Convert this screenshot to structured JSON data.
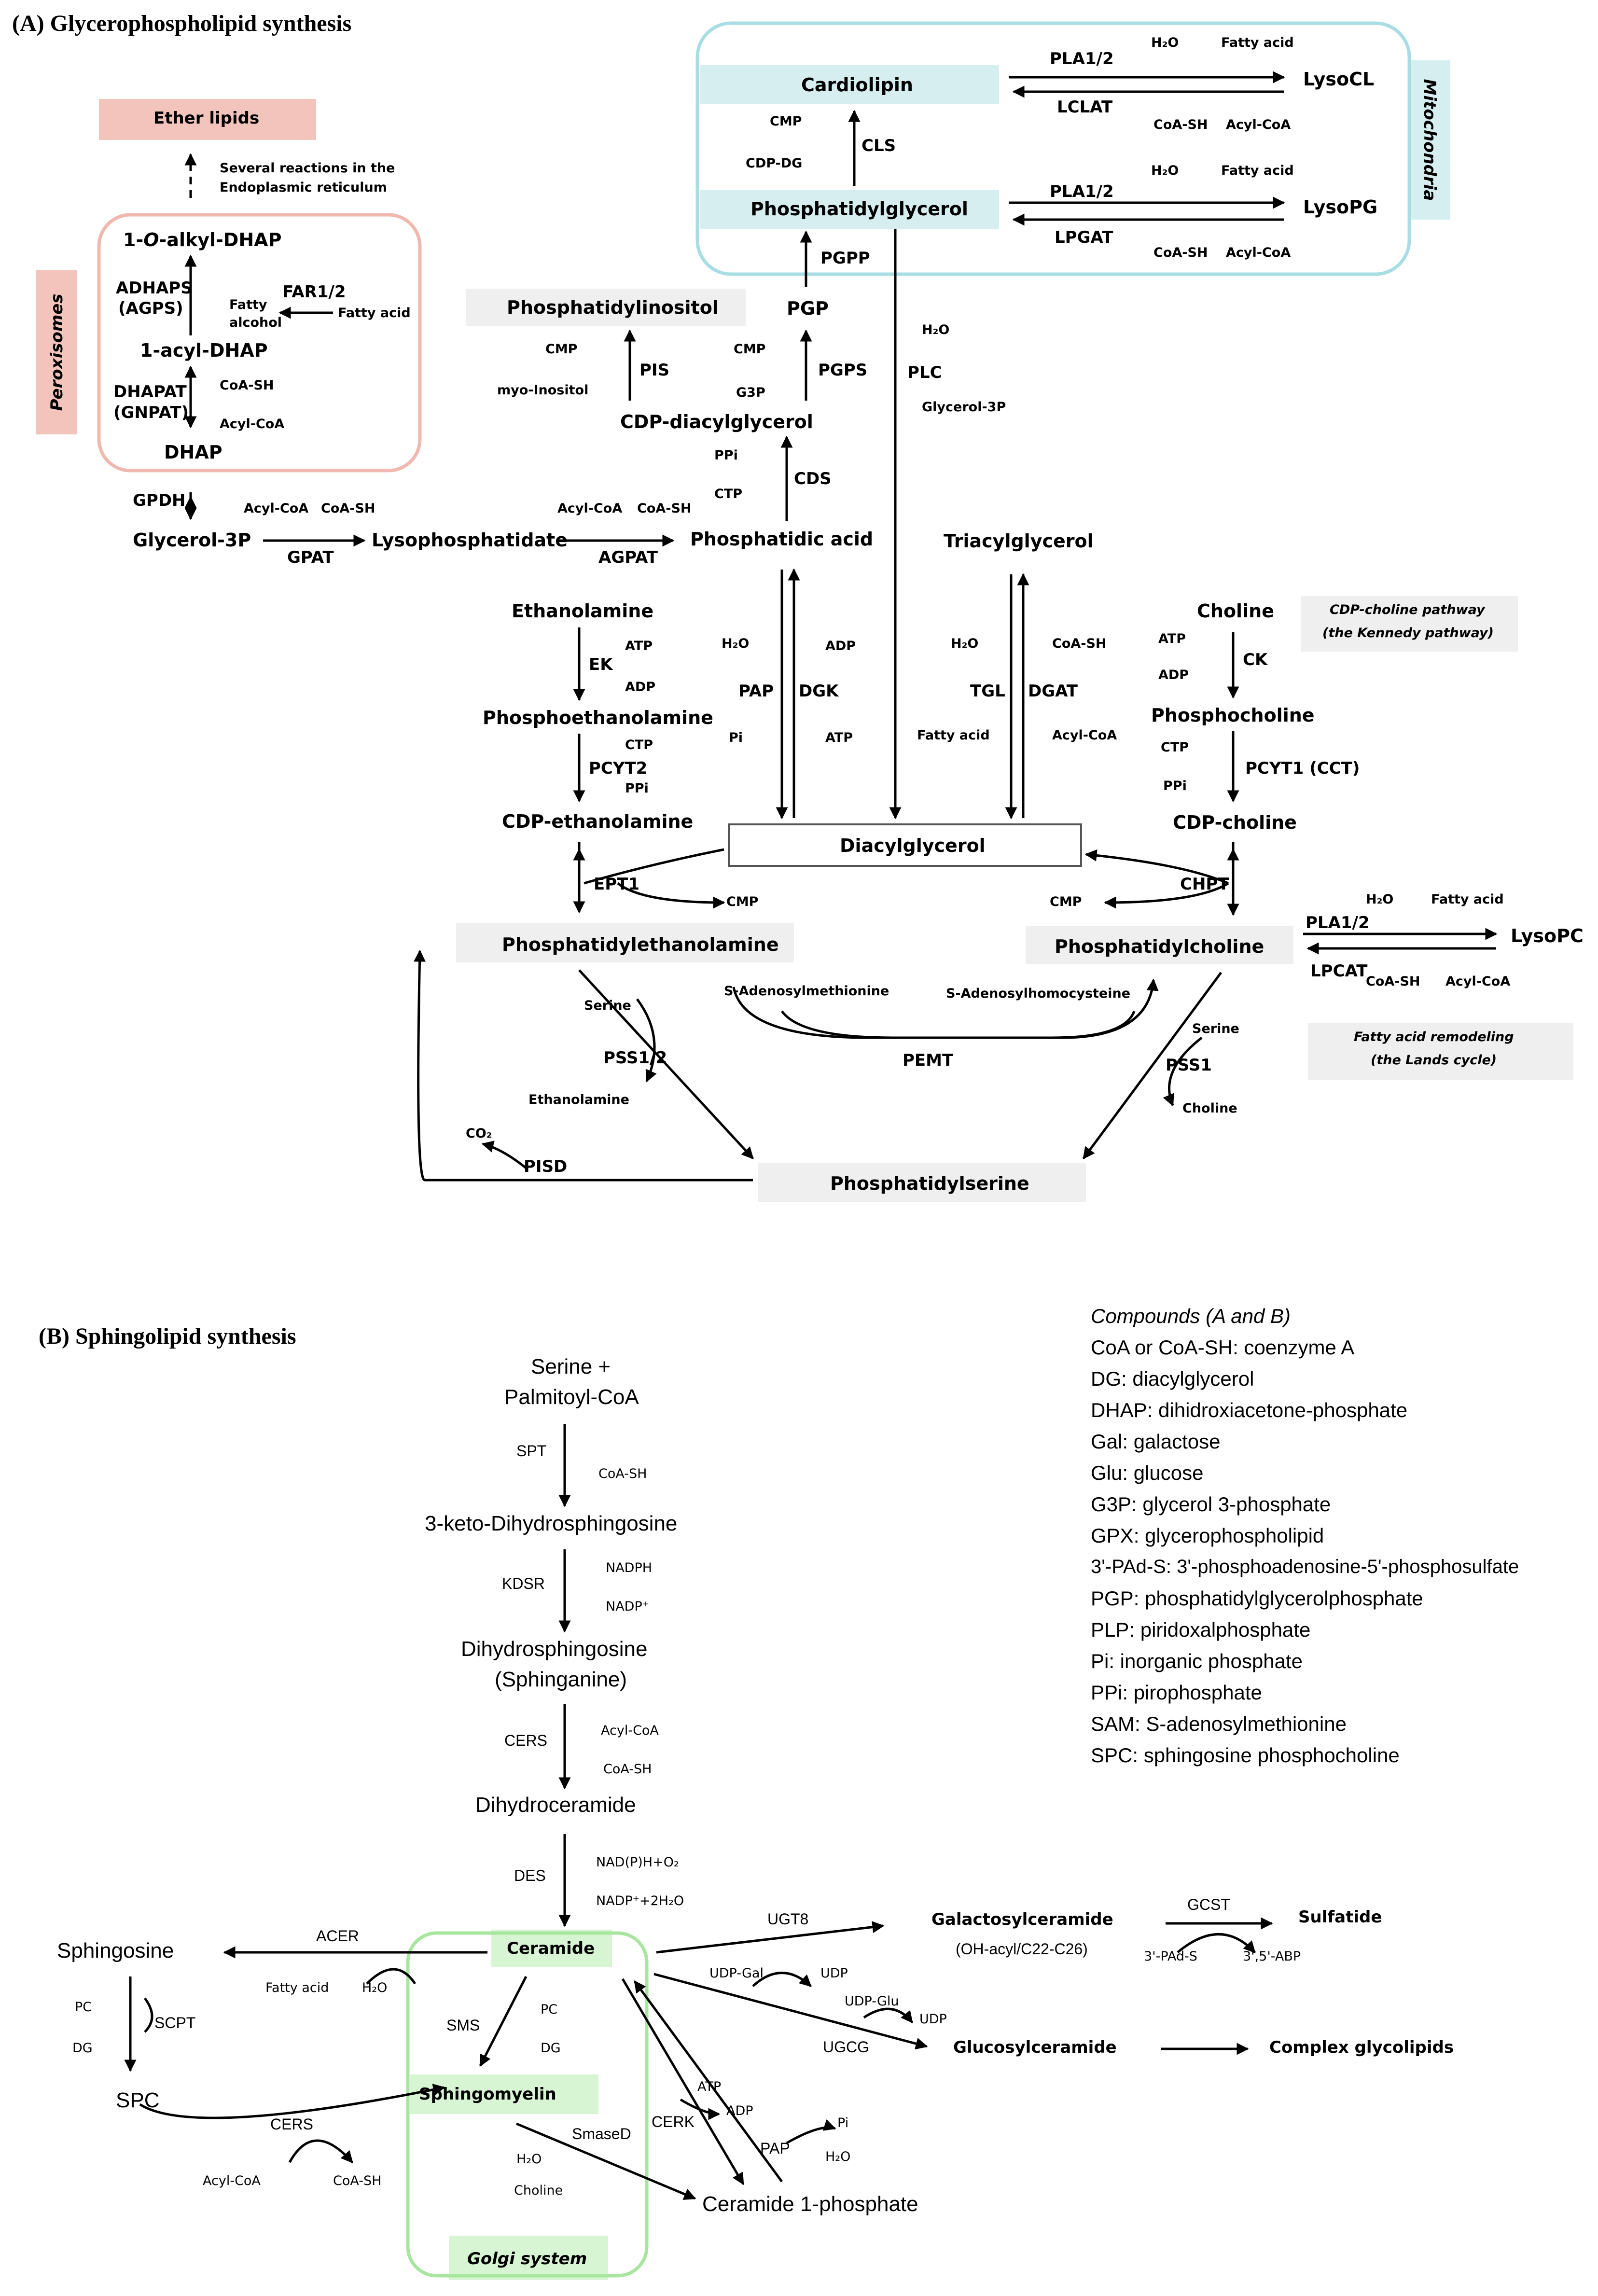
{
  "panelA": {
    "title": "(A) Glycerophospholipid synthesis",
    "compartments": {
      "mitochondria": "Mitochondria",
      "peroxisomes": "Peroxisomes"
    },
    "nodes": {
      "ether_lipids": "Ether lipids",
      "er_note1": "Several reactions in the",
      "er_note2": "Endoplasmic reticulum",
      "alkyl_dhap_pre": "1-",
      "alkyl_dhap_o": "O",
      "alkyl_dhap_post": "-alkyl-DHAP",
      "acyl_dhap": "1-acyl-DHAP",
      "dhap": "DHAP",
      "glycerol3p": "Glycerol-3P",
      "lysophosphatidate": "Lysophosphatidate",
      "phosphatidic_acid": "Phosphatidic acid",
      "cdp_dag": "CDP-diacylglycerol",
      "pi_lipid": "Phosphatidylinositol",
      "pgp": "PGP",
      "pg": "Phosphatidylglycerol",
      "cardiolipin": "Cardiolipin",
      "lysocl": "LysoCL",
      "lysopg": "LysoPG",
      "tag": "Triacylglycerol",
      "dag": "Diacylglycerol",
      "ethanolamine": "Ethanolamine",
      "p_ethanolamine": "Phosphoethanolamine",
      "cdp_ethanolamine": "CDP-ethanolamine",
      "pe": "Phosphatidylethanolamine",
      "choline": "Choline",
      "p_choline": "Phosphocholine",
      "cdp_choline": "CDP-choline",
      "pc": "Phosphatidylcholine",
      "ps": "Phosphatidylserine",
      "lysopc": "LysoPC",
      "kennedy1": "CDP-choline pathway",
      "kennedy2": "(the Kennedy pathway)",
      "lands1": "Fatty acid remodeling",
      "lands2": "(the Lands cycle)"
    },
    "enzymes": {
      "adhaps": "ADHAPS",
      "agps": "(AGPS)",
      "far": "FAR1/2",
      "dhapat": "DHAPAT",
      "gnpat": "(GNPAT)",
      "gpdh": "GPDH",
      "gpat": "GPAT",
      "agpat": "AGPAT",
      "cds": "CDS",
      "pis": "PIS",
      "pgps": "PGPS",
      "pgpp": "PGPP",
      "cls": "CLS",
      "pla12_cl": "PLA1/2",
      "lclat": "LCLAT",
      "pla12_pg": "PLA1/2",
      "lpgat": "LPGAT",
      "plc": "PLC",
      "pap": "PAP",
      "dgk": "DGK",
      "tgl": "TGL",
      "dgat": "DGAT",
      "ek": "EK",
      "pcyt2": "PCYT2",
      "ept1": "EPT1",
      "ck": "CK",
      "pcyt1": "PCYT1 (CCT)",
      "chpt": "CHPT",
      "pla12_pc": "PLA1/2",
      "lpcat": "LPCAT",
      "pemt": "PEMT",
      "pss12": "PSS1/2",
      "pss1": "PSS1",
      "pisd": "PISD"
    },
    "cofactors": {
      "fatty_alcohol1": "Fatty",
      "fatty_alcohol2": "alcohol",
      "fatty_acid": "Fatty acid",
      "coash": "CoA-SH",
      "acylcoa": "Acyl-CoA",
      "cmp": "CMP",
      "ppi": "PPi",
      "ctp": "CTP",
      "myo": "myo-Inositol",
      "g3p": "G3P",
      "cdpdg": "CDP-DG",
      "h2o": "H₂O",
      "glycerol3p_small": "Glycerol-3P",
      "adp": "ADP",
      "atp": "ATP",
      "pi": "Pi",
      "serine": "Serine",
      "sam": "S-Adenosylmethionine",
      "sah": "S-Adenosylhomocysteine",
      "co2": "CO₂"
    }
  },
  "panelB": {
    "title": "(B) Sphingolipid synthesis",
    "compartment": "Golgi system",
    "nodes": {
      "serine_pal1": "Serine +",
      "serine_pal2": "Palmitoyl-CoA",
      "keto": "3-keto-Dihydrosphingosine",
      "dhs1": "Dihydrosphingosine",
      "dhs2": "(Sphinganine)",
      "dhcer": "Dihydroceramide",
      "ceramide": "Ceramide",
      "sphingosine": "Sphingosine",
      "spc": "SPC",
      "sm": "Sphingomyelin",
      "c1p": "Ceramide 1-phosphate",
      "galcer": "Galactosylceramide",
      "galcer_sub": "(OH-acyl/C22-C26)",
      "sulfatide": "Sulfatide",
      "glccer": "Glucosylceramide",
      "complex": "Complex glycolipids"
    },
    "enzymes": {
      "spt": "SPT",
      "kdsr": "KDSR",
      "cers": "CERS",
      "des": "DES",
      "acer": "ACER",
      "scpt": "SCPT",
      "sms": "SMS",
      "cers2": "CERS",
      "smased": "SmaseD",
      "cerk": "CERK",
      "pap": "PAP",
      "ugt8": "UGT8",
      "gcst": "GCST",
      "ugcg": "UGCG"
    },
    "cofactors": {
      "coash": "CoA-SH",
      "nadph": "NADPH",
      "nadp": "NADP⁺",
      "acylcoa": "Acyl-CoA",
      "nadph_o2": "NAD(P)H+O₂",
      "nadp_h2o": "NADP⁺+2H₂O",
      "fatty_acid": "Fatty acid",
      "h2o": "H₂O",
      "pc": "PC",
      "dg": "DG",
      "choline": "Choline",
      "atp": "ATP",
      "adp": "ADP",
      "pi": "Pi",
      "udpgal": "UDP-Gal",
      "udp": "UDP",
      "udpglu": "UDP-Glu",
      "paps": "3'-PAd-S",
      "abp": "3',5'-ABP"
    }
  },
  "legend": {
    "title": "Compounds (A and B)",
    "items": [
      "CoA or CoA-SH: coenzyme A",
      "DG: diacylglycerol",
      "DHAP: dihidroxiacetone-phosphate",
      "Gal: galactose",
      "Glu: glucose",
      "G3P: glycerol 3-phosphate",
      "GPX: glycerophospholipid",
      "3'-PAd-S: 3'-phosphoadenosine-5'-phosphosulfate",
      "PGP: phosphatidylglycerolphosphate",
      "PLP: piridoxalphosphate",
      "Pi: inorganic phosphate",
      "PPi: pirophosphate",
      "SAM: S-adenosylmethionine",
      "SPC: sphingosine phosphocholine"
    ]
  },
  "colors": {
    "mito_fill": "#d7eef1",
    "mito_border": "#a8dde4",
    "perox_fill": "#f2c4bc",
    "perox_border": "#f0b8ae",
    "golgi_fill": "#d7f5d2",
    "golgi_border": "#a8e6a0",
    "grey": "#efefef"
  }
}
